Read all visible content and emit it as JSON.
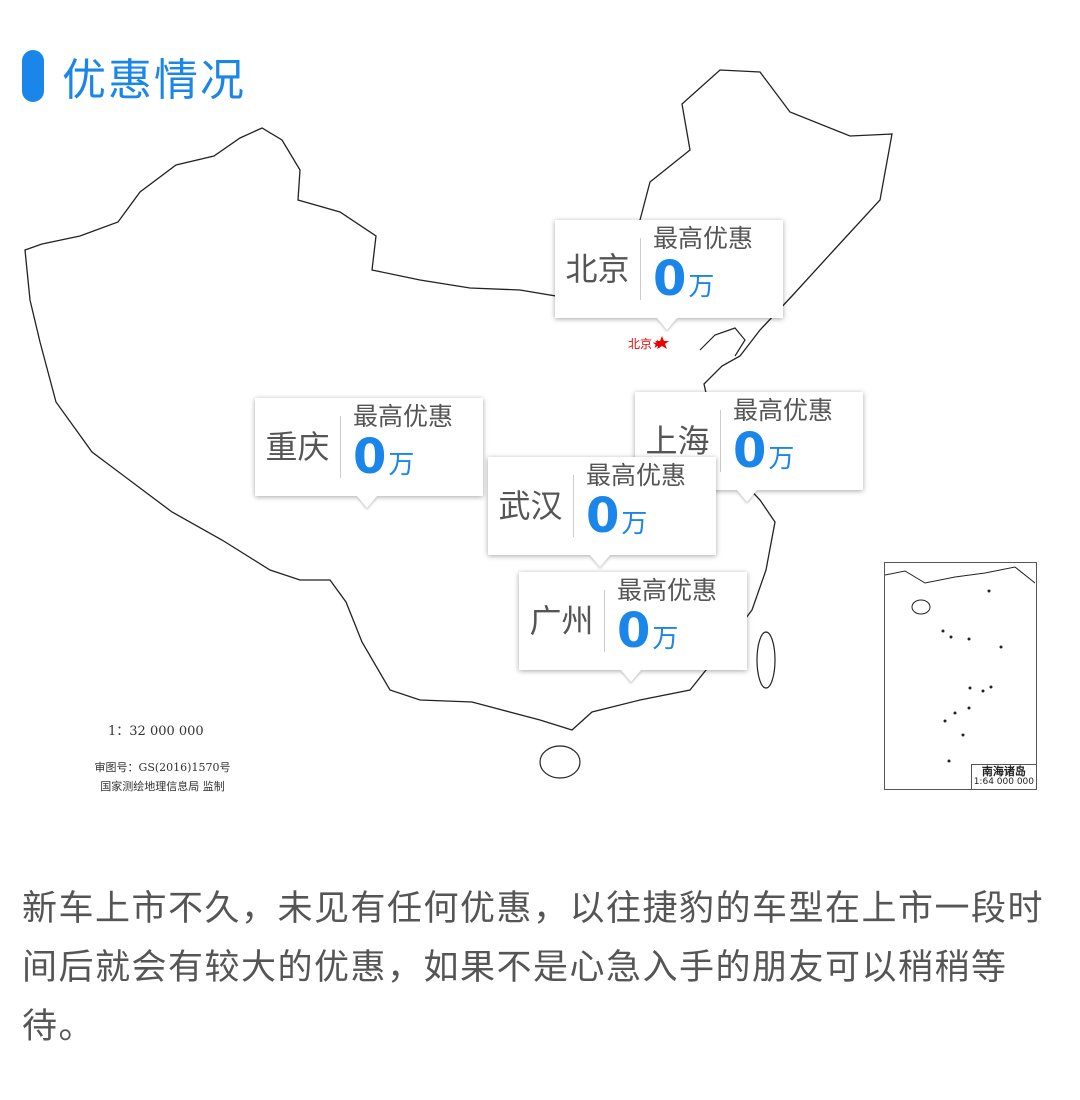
{
  "header": {
    "title": "优惠情况"
  },
  "map": {
    "beijing_marker": "北京★",
    "scale": "1：32 000 000",
    "approval_no": "审图号：GS(2016)1570号",
    "supervisor": "国家测绘地理信息局  监制",
    "inset": {
      "title": "南海诸岛",
      "scale": "1:64 000 000"
    }
  },
  "callouts": [
    {
      "city": "北京",
      "label": "最高优惠",
      "value": "0",
      "unit": "万"
    },
    {
      "city": "重庆",
      "label": "最高优惠",
      "value": "0",
      "unit": "万"
    },
    {
      "city": "上海",
      "label": "最高优惠",
      "value": "0",
      "unit": "万"
    },
    {
      "city": "武汉",
      "label": "最高优惠",
      "value": "0",
      "unit": "万"
    },
    {
      "city": "广州",
      "label": "最高优惠",
      "value": "0",
      "unit": "万"
    }
  ],
  "description": "新车上市不久，未见有任何优惠，以往捷豹的车型在上市一段时间后就会有较大的优惠，如果不是心急入手的朋友可以稍稍等待。",
  "colors": {
    "accent": "#1a86ea",
    "marker": "#e00000"
  }
}
